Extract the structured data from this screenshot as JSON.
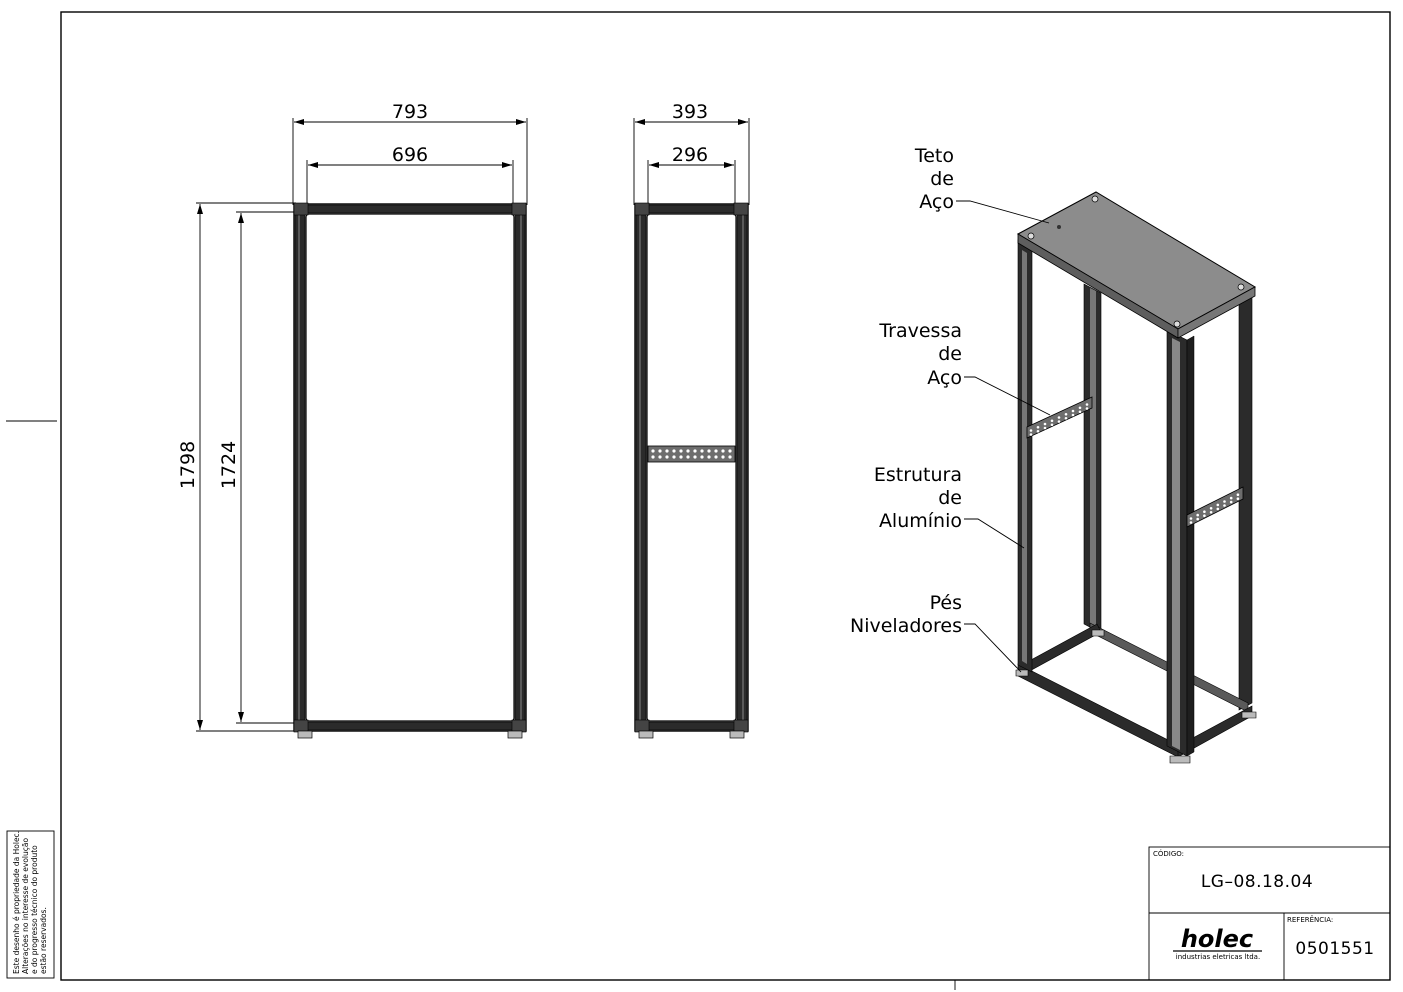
{
  "dimensions": {
    "front_outer_width": "793",
    "front_inner_width": "696",
    "side_outer_width": "393",
    "side_inner_width": "296",
    "outer_height": "1798",
    "inner_height": "1724"
  },
  "callouts": {
    "roof": [
      "Teto",
      "de",
      "Aço"
    ],
    "crossbar": [
      "Travessa",
      "de",
      "Aço"
    ],
    "structure": [
      "Estrutura",
      "de",
      "Alumínio"
    ],
    "feet": [
      "Pés",
      "Niveladores"
    ]
  },
  "title_block": {
    "code_label": "CÓDIGO:",
    "code_value": "LG–08.18.04",
    "reference_label": "REFERÊNCIA:",
    "reference_value": "0501551",
    "logo_text": "holec",
    "logo_subtitle": "industrias eletricas ltda."
  },
  "disclaimer": [
    "Este desenho é propriedade da Holec.",
    "Alterações no interesse de evolução",
    "e do progresso técnico do produto",
    "estão reservados."
  ]
}
